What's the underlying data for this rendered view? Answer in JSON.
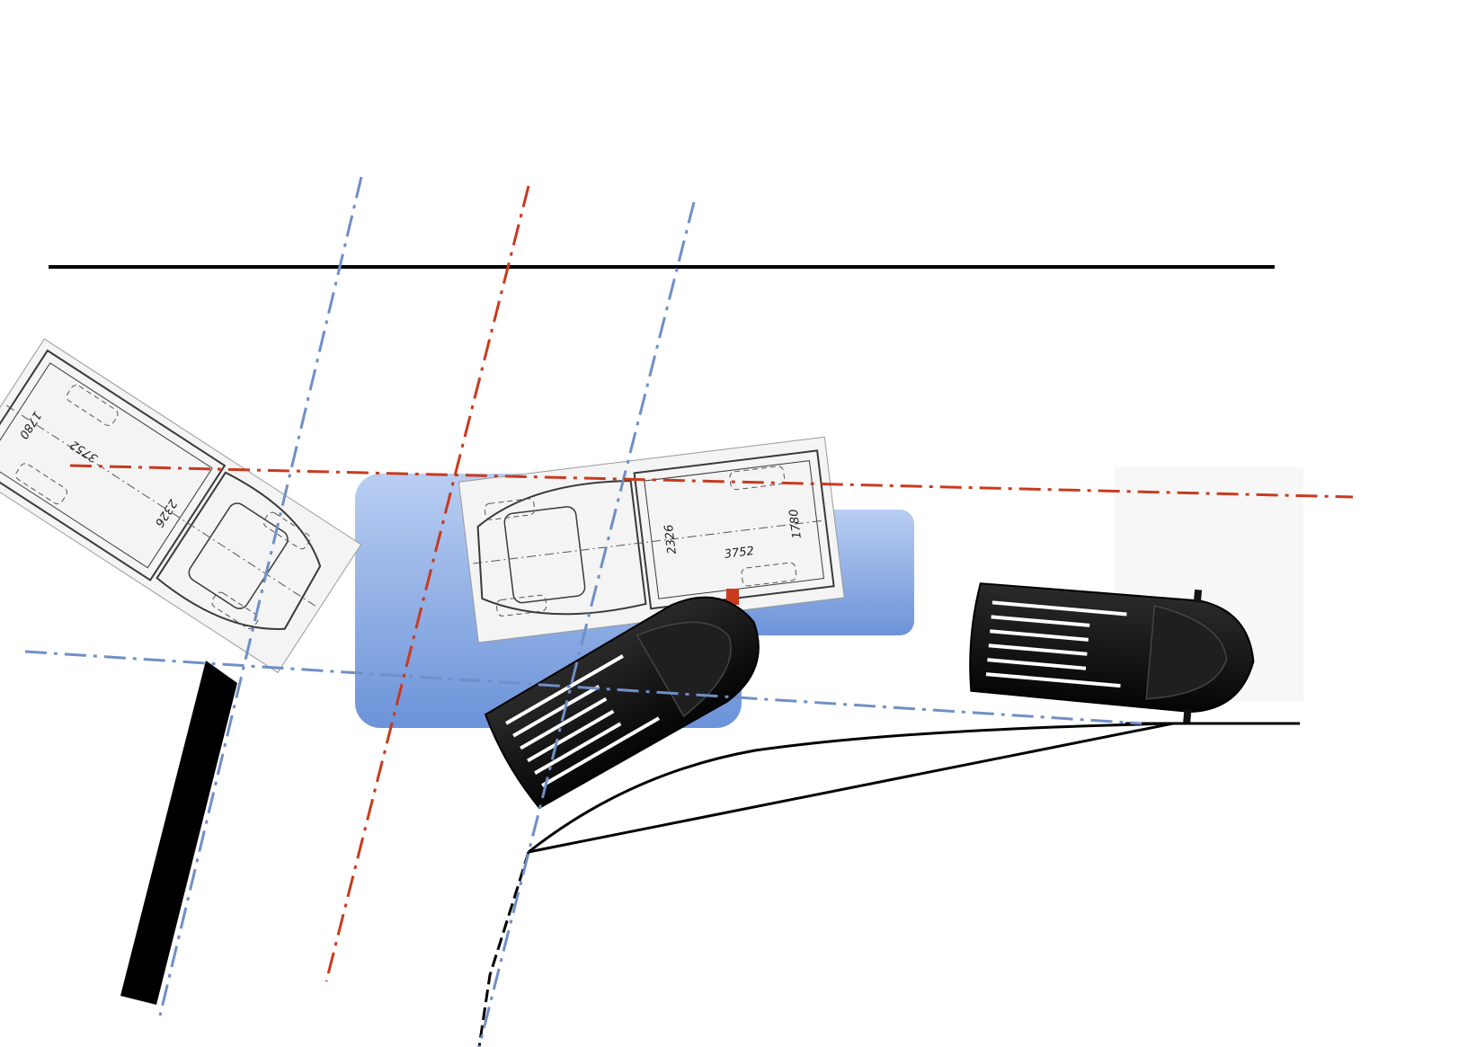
{
  "colors": {
    "background": "#ffffff",
    "road_line": "#000000",
    "blue_axis": "#6f8fc6",
    "red_axis": "#c93a1e",
    "blue_box_top": "#b9cef2",
    "blue_box_bottom": "#6c93d9",
    "car_body": "#141414",
    "blueprint_paper": "#f4f4f4",
    "blueprint_ink": "#3a3a3a"
  },
  "blueprints": [
    {
      "name": "truck-blueprint-left",
      "labels": {
        "length": "3752",
        "width": "1780",
        "track": "2326"
      }
    },
    {
      "name": "truck-blueprint-center",
      "labels": {
        "length": "3752",
        "width": "1780",
        "track": "2326"
      }
    }
  ],
  "vehicles": [
    "black-suv-center",
    "black-suv-right"
  ]
}
